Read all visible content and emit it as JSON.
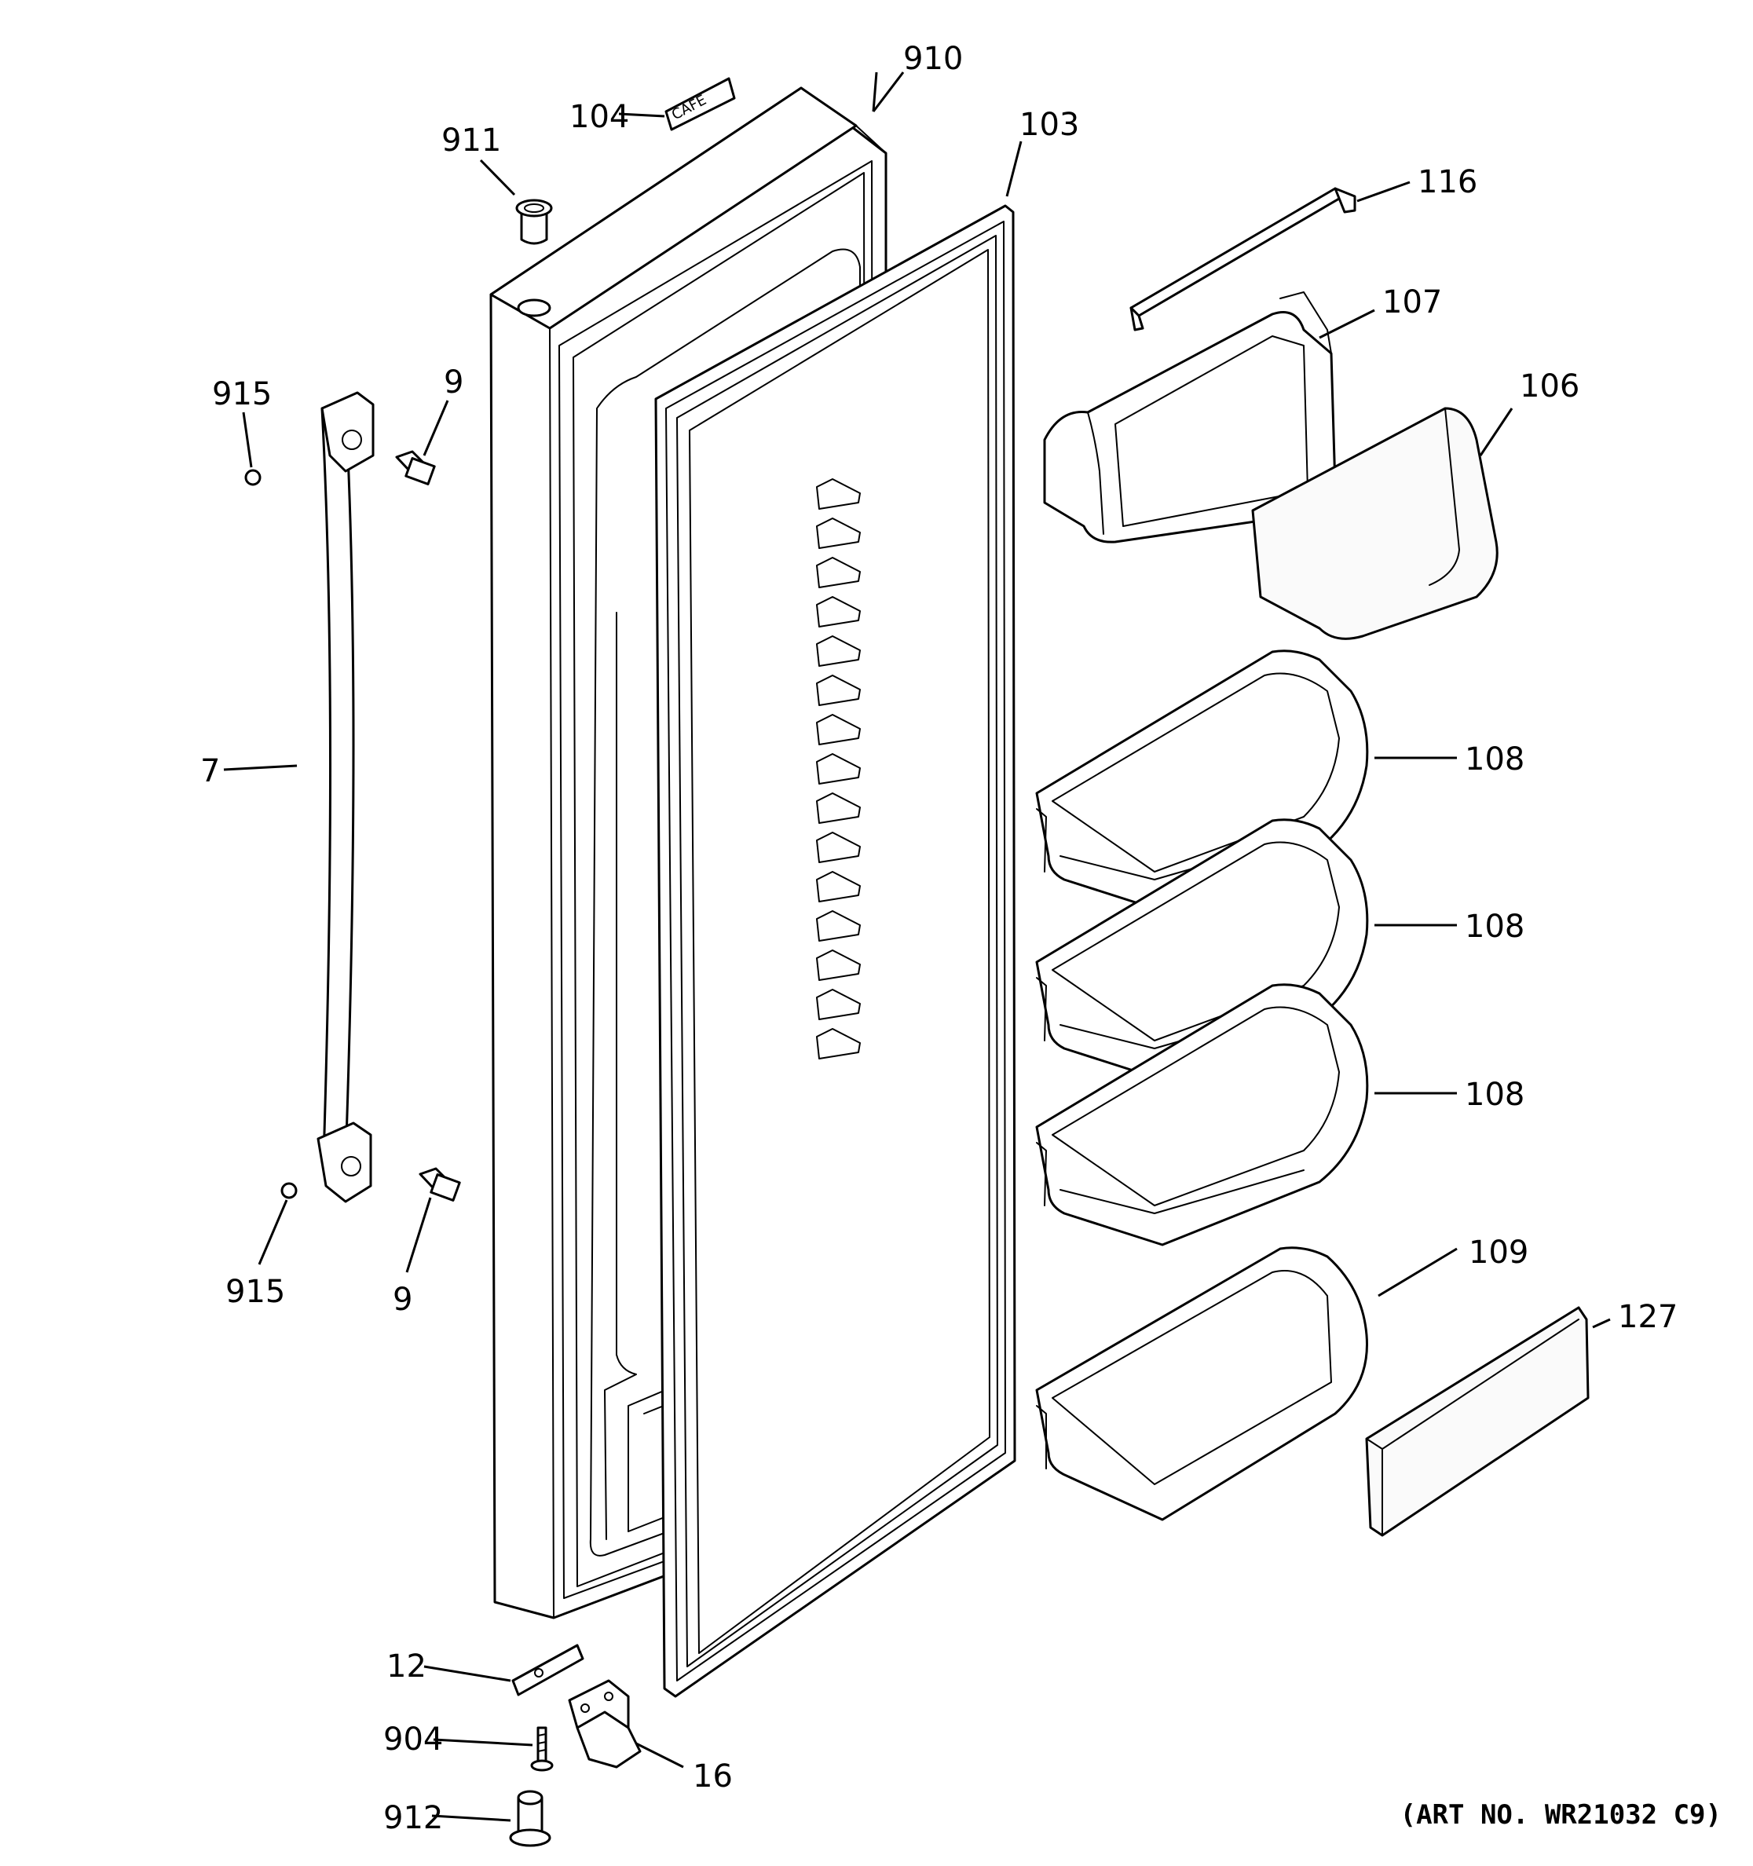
{
  "diagram": {
    "parts": [
      {
        "id": "910",
        "label": "910"
      },
      {
        "id": "104",
        "label": "104"
      },
      {
        "id": "911",
        "label": "911"
      },
      {
        "id": "103",
        "label": "103"
      },
      {
        "id": "116",
        "label": "116"
      },
      {
        "id": "107",
        "label": "107"
      },
      {
        "id": "106",
        "label": "106"
      },
      {
        "id": "915a",
        "label": "915"
      },
      {
        "id": "9a",
        "label": "9"
      },
      {
        "id": "7",
        "label": "7"
      },
      {
        "id": "108a",
        "label": "108"
      },
      {
        "id": "108b",
        "label": "108"
      },
      {
        "id": "108c",
        "label": "108"
      },
      {
        "id": "915b",
        "label": "915"
      },
      {
        "id": "9b",
        "label": "9"
      },
      {
        "id": "109",
        "label": "109"
      },
      {
        "id": "127",
        "label": "127"
      },
      {
        "id": "12",
        "label": "12"
      },
      {
        "id": "904",
        "label": "904"
      },
      {
        "id": "16",
        "label": "16"
      },
      {
        "id": "912",
        "label": "912"
      }
    ],
    "badge_text": "CAFE",
    "art_number": "(ART NO. WR21032 C9)"
  }
}
